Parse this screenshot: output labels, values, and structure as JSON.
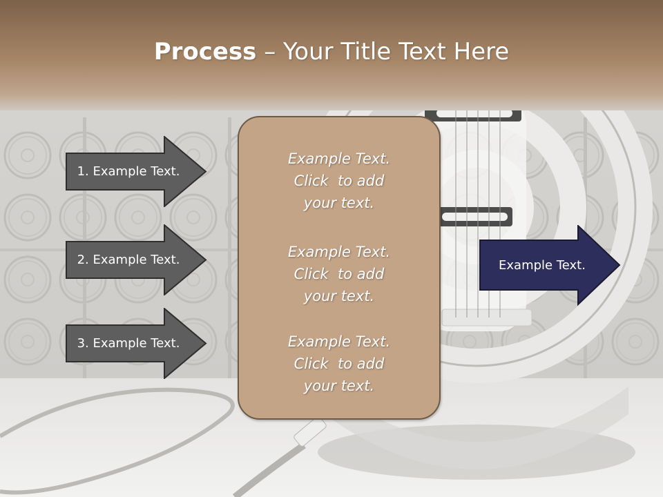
{
  "title": {
    "bold": "Process",
    "rest": " – Your Title Text Here"
  },
  "left_steps": [
    {
      "label": "1. Example Text."
    },
    {
      "label": "2. Example Text."
    },
    {
      "label": "3. Example Text."
    }
  ],
  "center_box": {
    "paragraphs": [
      {
        "lines": [
          "Example Text.",
          "Click  to add",
          "your text."
        ]
      },
      {
        "lines": [
          "Example Text.",
          "Click  to add",
          "your text."
        ]
      },
      {
        "lines": [
          "Example Text.",
          "Click  to add",
          "your text."
        ]
      }
    ]
  },
  "right_arrow": {
    "label": "Example Text."
  },
  "colors": {
    "title_band": "#9b7a5a",
    "step_arrow": "#5e5e5e",
    "result_arrow": "#2e2e5c",
    "center_box": "#c4a487",
    "center_box_border": "#6b5a48"
  }
}
